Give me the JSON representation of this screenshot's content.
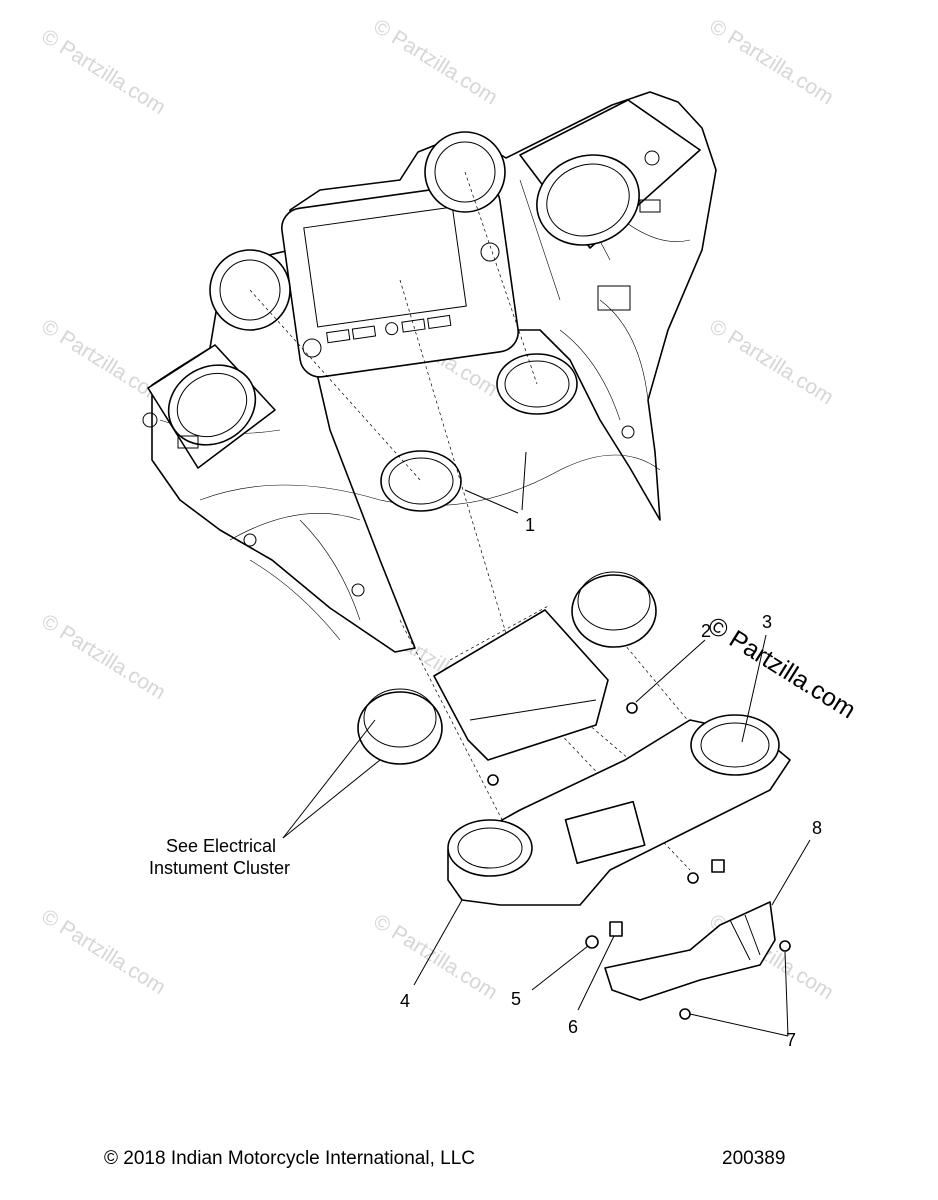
{
  "watermark": {
    "text": "© Partzilla.com",
    "large_text": "© Partzilla.com"
  },
  "callouts": [
    "1",
    "2",
    "3",
    "4",
    "5",
    "6",
    "7",
    "8"
  ],
  "note": {
    "line1": "See Electrical",
    "line2": "Instument Cluster"
  },
  "footer": {
    "copyright": "© 2018 Indian Motorcycle International, LLC",
    "diagram_number": "200389"
  }
}
